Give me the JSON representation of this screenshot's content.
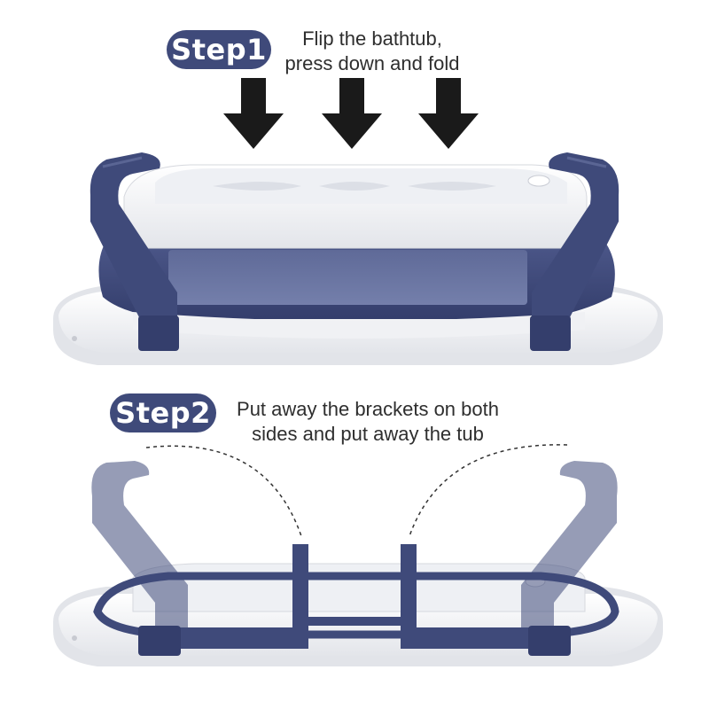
{
  "step1": {
    "badge": "Step1",
    "line1": "Flip the bathtub,",
    "line2": "press down and fold"
  },
  "step2": {
    "badge": "Step2",
    "line1": "Put away the brackets on both",
    "line2": "sides and put away the tub"
  },
  "colors": {
    "navy": "#3f4a7a",
    "badge": "#3f4a7a",
    "white_plastic": "#f4f5f7",
    "arrow": "#1a1a1a"
  },
  "icons": [
    "down-arrow-icon",
    "down-arrow-icon",
    "down-arrow-icon",
    "dashed-arc-icon",
    "dashed-arc-icon"
  ]
}
